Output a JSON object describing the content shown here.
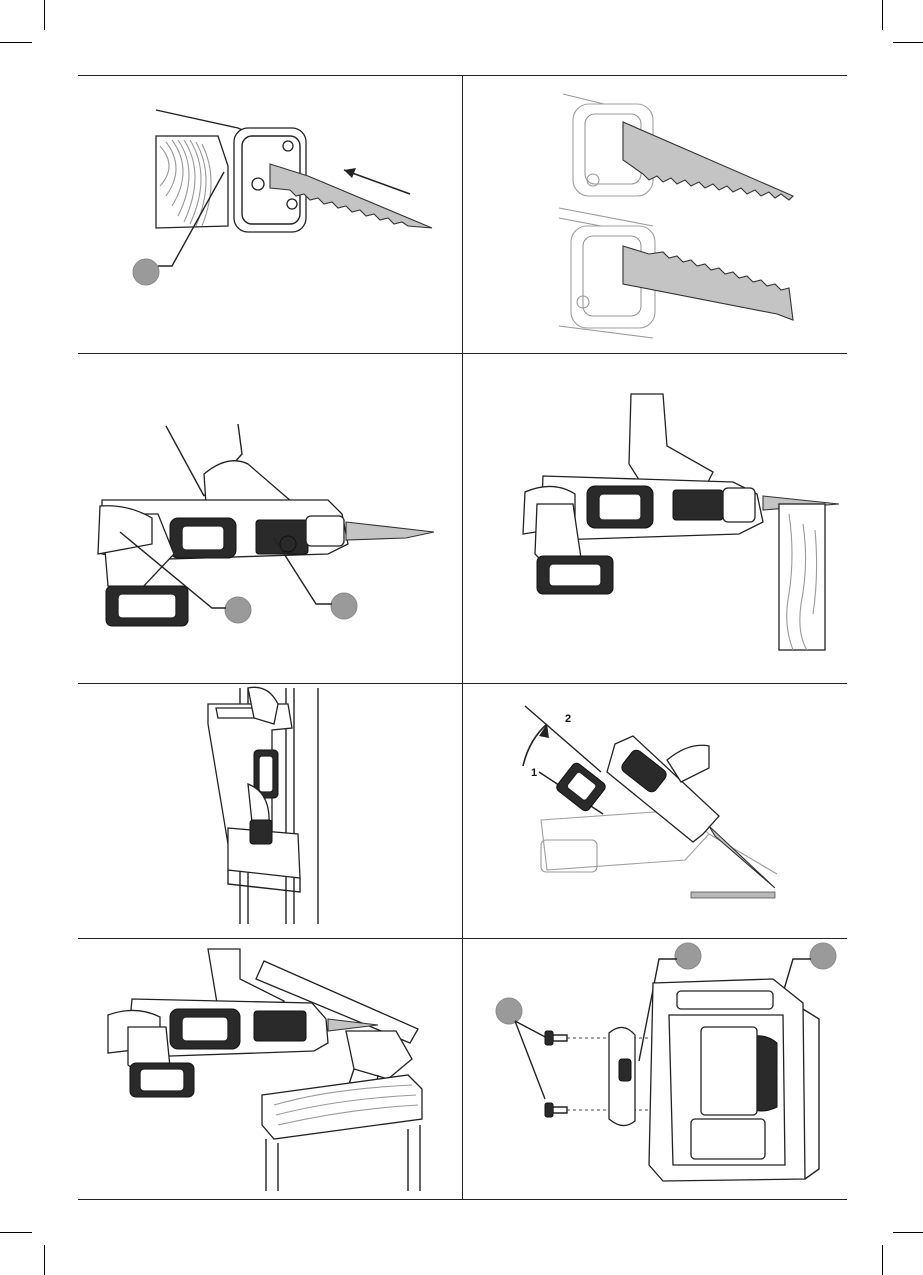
{
  "panels": [
    {
      "id": "blade-insert",
      "callouts": []
    },
    {
      "id": "blade-orientation",
      "callouts": []
    },
    {
      "id": "two-hand-grip",
      "callouts": []
    },
    {
      "id": "cutting-wood",
      "callouts": []
    },
    {
      "id": "flush-cut",
      "callouts": []
    },
    {
      "id": "plunge-cut",
      "step_labels": [
        "2",
        "1"
      ]
    },
    {
      "id": "vise-cut",
      "callouts": []
    },
    {
      "id": "belt-hook-install",
      "callouts": []
    }
  ]
}
